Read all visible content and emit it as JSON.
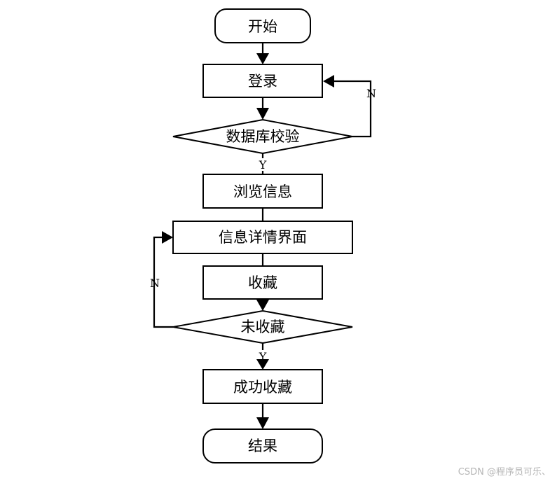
{
  "flowchart": {
    "start": "开始",
    "login": "登录",
    "db_check": "数据库校验",
    "browse": "浏览信息",
    "detail": "信息详情界面",
    "favorite": "收藏",
    "not_favorited": "未收藏",
    "success": "成功收藏",
    "end": "结果",
    "yes_label_1": "Y",
    "no_label_1": "N",
    "yes_label_2": "Y",
    "no_label_2": "N"
  },
  "watermark": "CSDN @程序员可乐、"
}
